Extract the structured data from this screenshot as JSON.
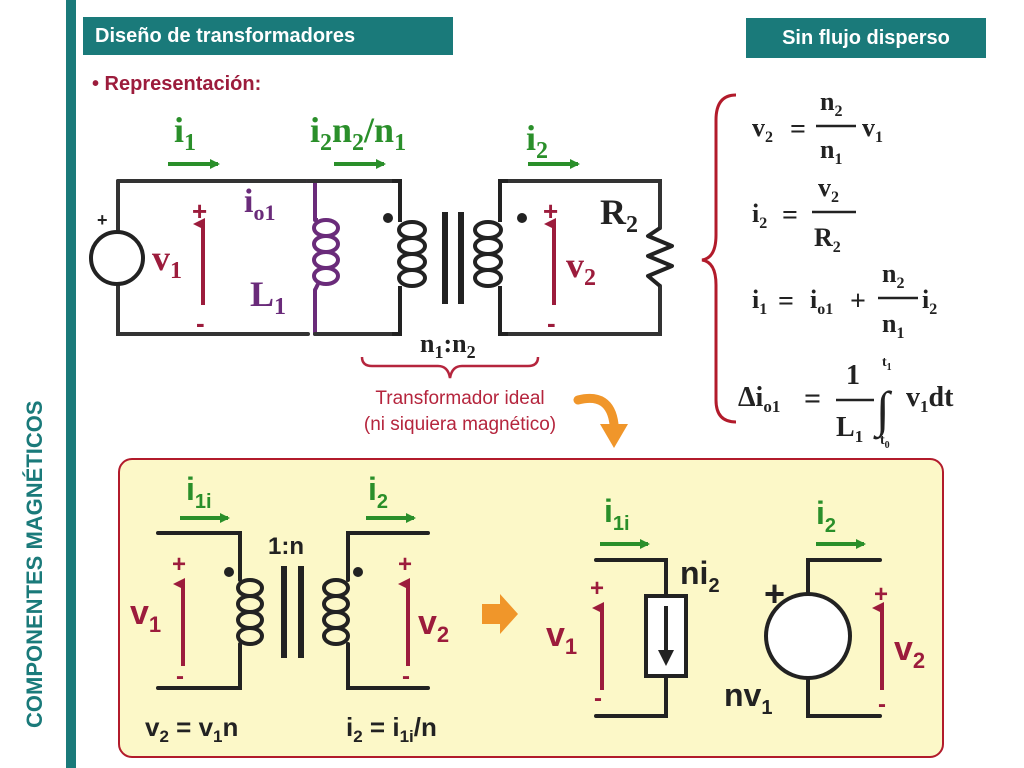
{
  "sidebar": {
    "vertical_label": "COMPONENTES MAGNÉTICOS"
  },
  "header": {
    "title": "Diseño de transformadores",
    "tag": "Sin flujo disperso"
  },
  "section": {
    "bullet": "• Representación:"
  },
  "circuit": {
    "i1": "i",
    "i1_sub": "1",
    "i_mid": "i",
    "i_mid_sub1": "2",
    "i_mid_n": "n",
    "i_mid_sub2": "2",
    "i_mid_div": "/n",
    "i_mid_sub3": "1",
    "i2": "i",
    "i2_sub": "2",
    "io1": "i",
    "io1_sub": "o1",
    "L1": "L",
    "L1_sub": "1",
    "v1": "v",
    "v1_sub": "1",
    "v2": "v",
    "v2_sub": "2",
    "R2": "R",
    "R2_sub": "2",
    "ratio_n1": "n",
    "ratio_sub1": "1",
    "ratio_colon": ":",
    "ratio_n2": "n",
    "ratio_sub2": "2",
    "plus": "+",
    "minus": "-"
  },
  "note": {
    "line1": "Transformador ideal",
    "line2": "(ni siquiera magnético)"
  },
  "equations": {
    "eq1_lhs": "v",
    "eq1_lhs_sub": "2",
    "eq1_num": "n",
    "eq1_num_sub": "2",
    "eq1_den": "n",
    "eq1_den_sub": "1",
    "eq1_rhs": "v",
    "eq1_rhs_sub": "1",
    "eq2_lhs": "i",
    "eq2_lhs_sub": "2",
    "eq2_num": "v",
    "eq2_num_sub": "2",
    "eq2_den": "R",
    "eq2_den_sub": "2",
    "eq3_lhs": "i",
    "eq3_lhs_sub": "1",
    "eq3_a": "i",
    "eq3_a_sub": "o1",
    "eq3_num": "n",
    "eq3_num_sub": "2",
    "eq3_den": "n",
    "eq3_den_sub": "1",
    "eq3_b": "i",
    "eq3_b_sub": "2",
    "eq4_lhs": "Δi",
    "eq4_lhs_sub": "o1",
    "eq4_num": "1",
    "eq4_den": "L",
    "eq4_den_sub": "1",
    "eq4_upper": "t",
    "eq4_upper_sub": "1",
    "eq4_lower": "t",
    "eq4_lower_sub": "0",
    "eq4_rhs": "v",
    "eq4_rhs_sub": "1",
    "eq4_dt": "dt",
    "equals": "=",
    "plus_op": "+",
    "integral": "∫"
  },
  "panel": {
    "i1i": "i",
    "i1i_sub": "1i",
    "i2": "i",
    "i2_sub": "2",
    "ratio": "1:n",
    "v1": "v",
    "v1_sub": "1",
    "v2": "v",
    "v2_sub": "2",
    "eq_left_v": "v",
    "eq_left_v_sub": "2",
    "eq_left_rhs": " = v",
    "eq_left_rhs_sub": "1",
    "eq_left_tail": "n",
    "eq_right_i": "i",
    "eq_right_i_sub": "2",
    "eq_right_rhs": " = i",
    "eq_right_rhs_sub": "1i",
    "eq_right_tail": "/n",
    "ni": "ni",
    "ni_sub": "2",
    "nv": "nv",
    "nv_sub": "1",
    "plus": "+",
    "minus": "-"
  },
  "colors": {
    "teal": "#1a7a7a",
    "maroon": "#9c1c3c",
    "green": "#2a8f2a",
    "purple": "#6a2b7a",
    "orange": "#f0962a",
    "panel_bg": "#fcf8c8",
    "panel_border": "#b21b2b"
  }
}
